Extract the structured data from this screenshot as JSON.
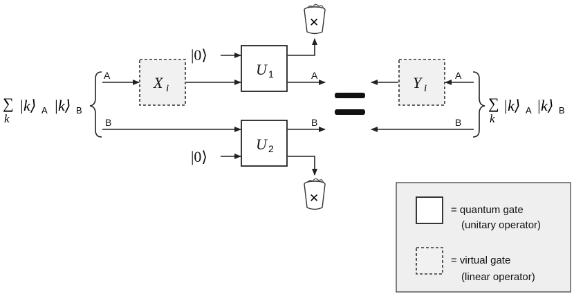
{
  "diagram": {
    "left_state": {
      "sum": "∑",
      "index": "k",
      "ket1": "|k⟩",
      "sub1": "A",
      "ket2": "|k⟩",
      "sub2": "B"
    },
    "right_state": {
      "sum": "∑",
      "index": "k",
      "ket1": "|k⟩",
      "sub1": "A",
      "ket2": "|k⟩",
      "sub2": "B"
    },
    "left_wires": {
      "top": "A",
      "bottom": "B"
    },
    "mid_wires": {
      "top": "A",
      "bottom": "B"
    },
    "right_wires": {
      "top": "A",
      "bottom": "B"
    },
    "ancilla_top": "|0⟩",
    "ancilla_bottom": "|0⟩",
    "gates": {
      "xi": {
        "main": "X",
        "sub": "i"
      },
      "u1": {
        "main": "U",
        "sub": "1"
      },
      "u2": {
        "main": "U",
        "sub": "2"
      },
      "yi": {
        "main": "Y",
        "sub": "i"
      }
    },
    "trash_symbol": "✕"
  },
  "legend": {
    "quantum_line1": "= quantum gate",
    "quantum_line2": "(unitary operator)",
    "virtual_line1": "= virtual gate",
    "virtual_line2": "(linear operator)"
  }
}
